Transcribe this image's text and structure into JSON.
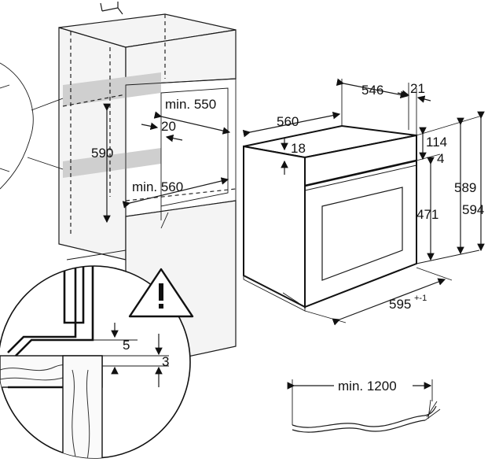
{
  "labels": {
    "niche_depth": "min. 550",
    "niche_height": "590",
    "side_gap": "20",
    "niche_width": "min. 560",
    "oven_width": "560",
    "oven_depth": "546",
    "front_depth": "21",
    "top_offset": "18",
    "panel_height": "114",
    "panel_gap": "4",
    "door_height": "471",
    "body_height": "589",
    "total_height": "594",
    "front_width": "595",
    "front_width_tol": "+-1",
    "detail_gap_a": "5",
    "detail_gap_b": "3",
    "cable_length": "min. 1200"
  },
  "icons": {
    "warning": "warning-triangle-icon",
    "vent": "vent-arrow-icon"
  }
}
